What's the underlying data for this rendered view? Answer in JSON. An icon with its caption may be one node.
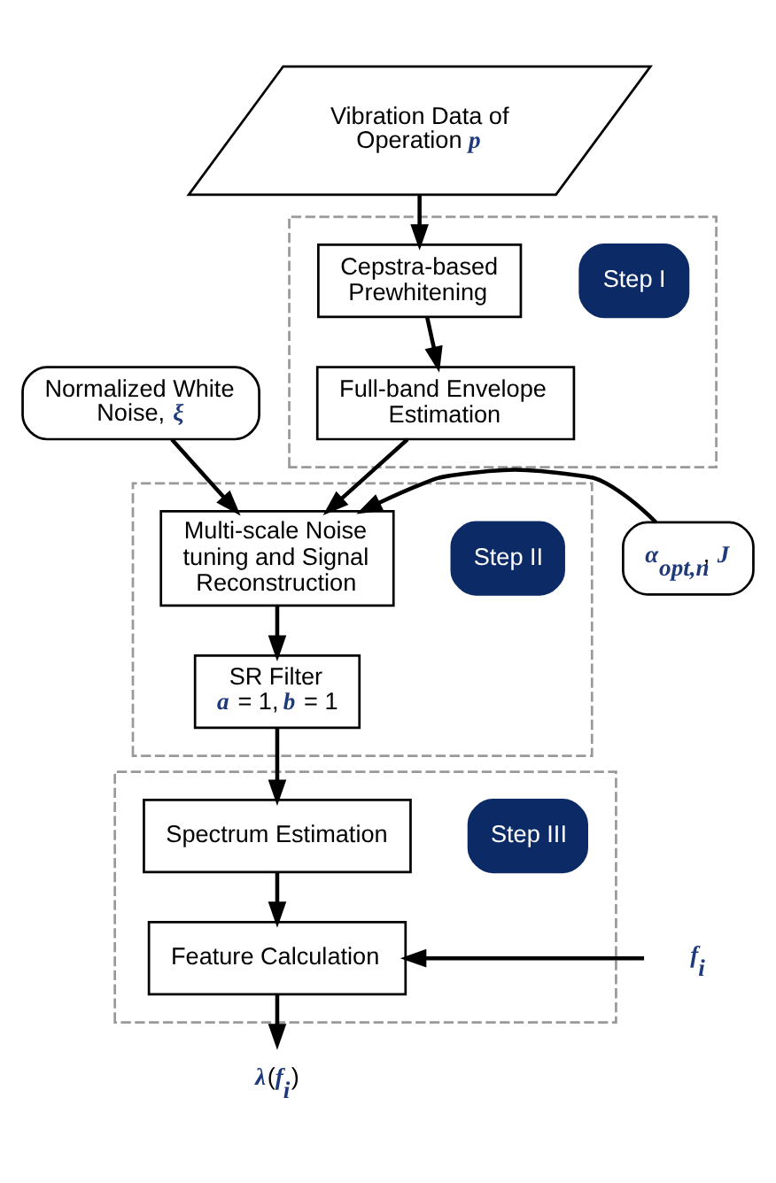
{
  "diagram": {
    "nodes": [
      {
        "text": [
          "Vibration Data of Operation *p*"
        ]
      },
      {
        "text": [
          "Normalized White Noise, *ξ*"
        ]
      },
      {
        "text": [],
        "shape": "box"
      },
      {
        "text": [
          "Step I"
        ],
        "in": 2
      },
      {
        "text": [
          "Cepstra-based Prewhitening"
        ],
        "in": 2
      },
      {
        "text": [
          "Full-band Envelope Estimation"
        ],
        "in": 2
      },
      {
        "text": [],
        "shape": "box"
      },
      {
        "text": [
          "Step II"
        ],
        "in": 6
      },
      {
        "text": [
          "Multi-scale Noise tuning and Signal Reconstruction"
        ],
        "in": 6
      },
      {
        "text": [
          "SR Filter",
          "*a* = 1, *b* = 1"
        ],
        "in": 6
      },
      {
        "text": [
          "*α*$_{opt,n}$, *J*"
        ]
      },
      {
        "text": [],
        "shape": "box"
      },
      {
        "text": [
          "Step III"
        ],
        "in": 11
      },
      {
        "text": [
          "Spectrum Estimation"
        ],
        "in": 11
      },
      {
        "text": [
          "Feature Calculation"
        ],
        "in": 11
      },
      {
        "text": [
          "*f*$_{i}$"
        ]
      },
      {
        "text": [
          "*λ*(*f*$_{i}$)"
        ]
      }
    ],
    "edges": [
      {
        "from": 0,
        "to": 4,
        "arrow": "to"
      },
      {
        "from": 4,
        "to": 5,
        "arrow": "to"
      },
      {
        "from": 5,
        "to": 8,
        "arrow": "to"
      },
      {
        "from": 1,
        "to": 8,
        "arrow": "to"
      },
      {
        "from": 10,
        "to": 8,
        "arrow": "to"
      },
      {
        "from": 8,
        "to": 9,
        "arrow": "to"
      },
      {
        "from": 9,
        "to": 13,
        "arrow": "to"
      },
      {
        "from": 13,
        "to": 14,
        "arrow": "to"
      },
      {
        "from": 15,
        "to": 14,
        "arrow": "to"
      },
      {
        "from": 14,
        "to": 16,
        "arrow": "to"
      }
    ]
  }
}
